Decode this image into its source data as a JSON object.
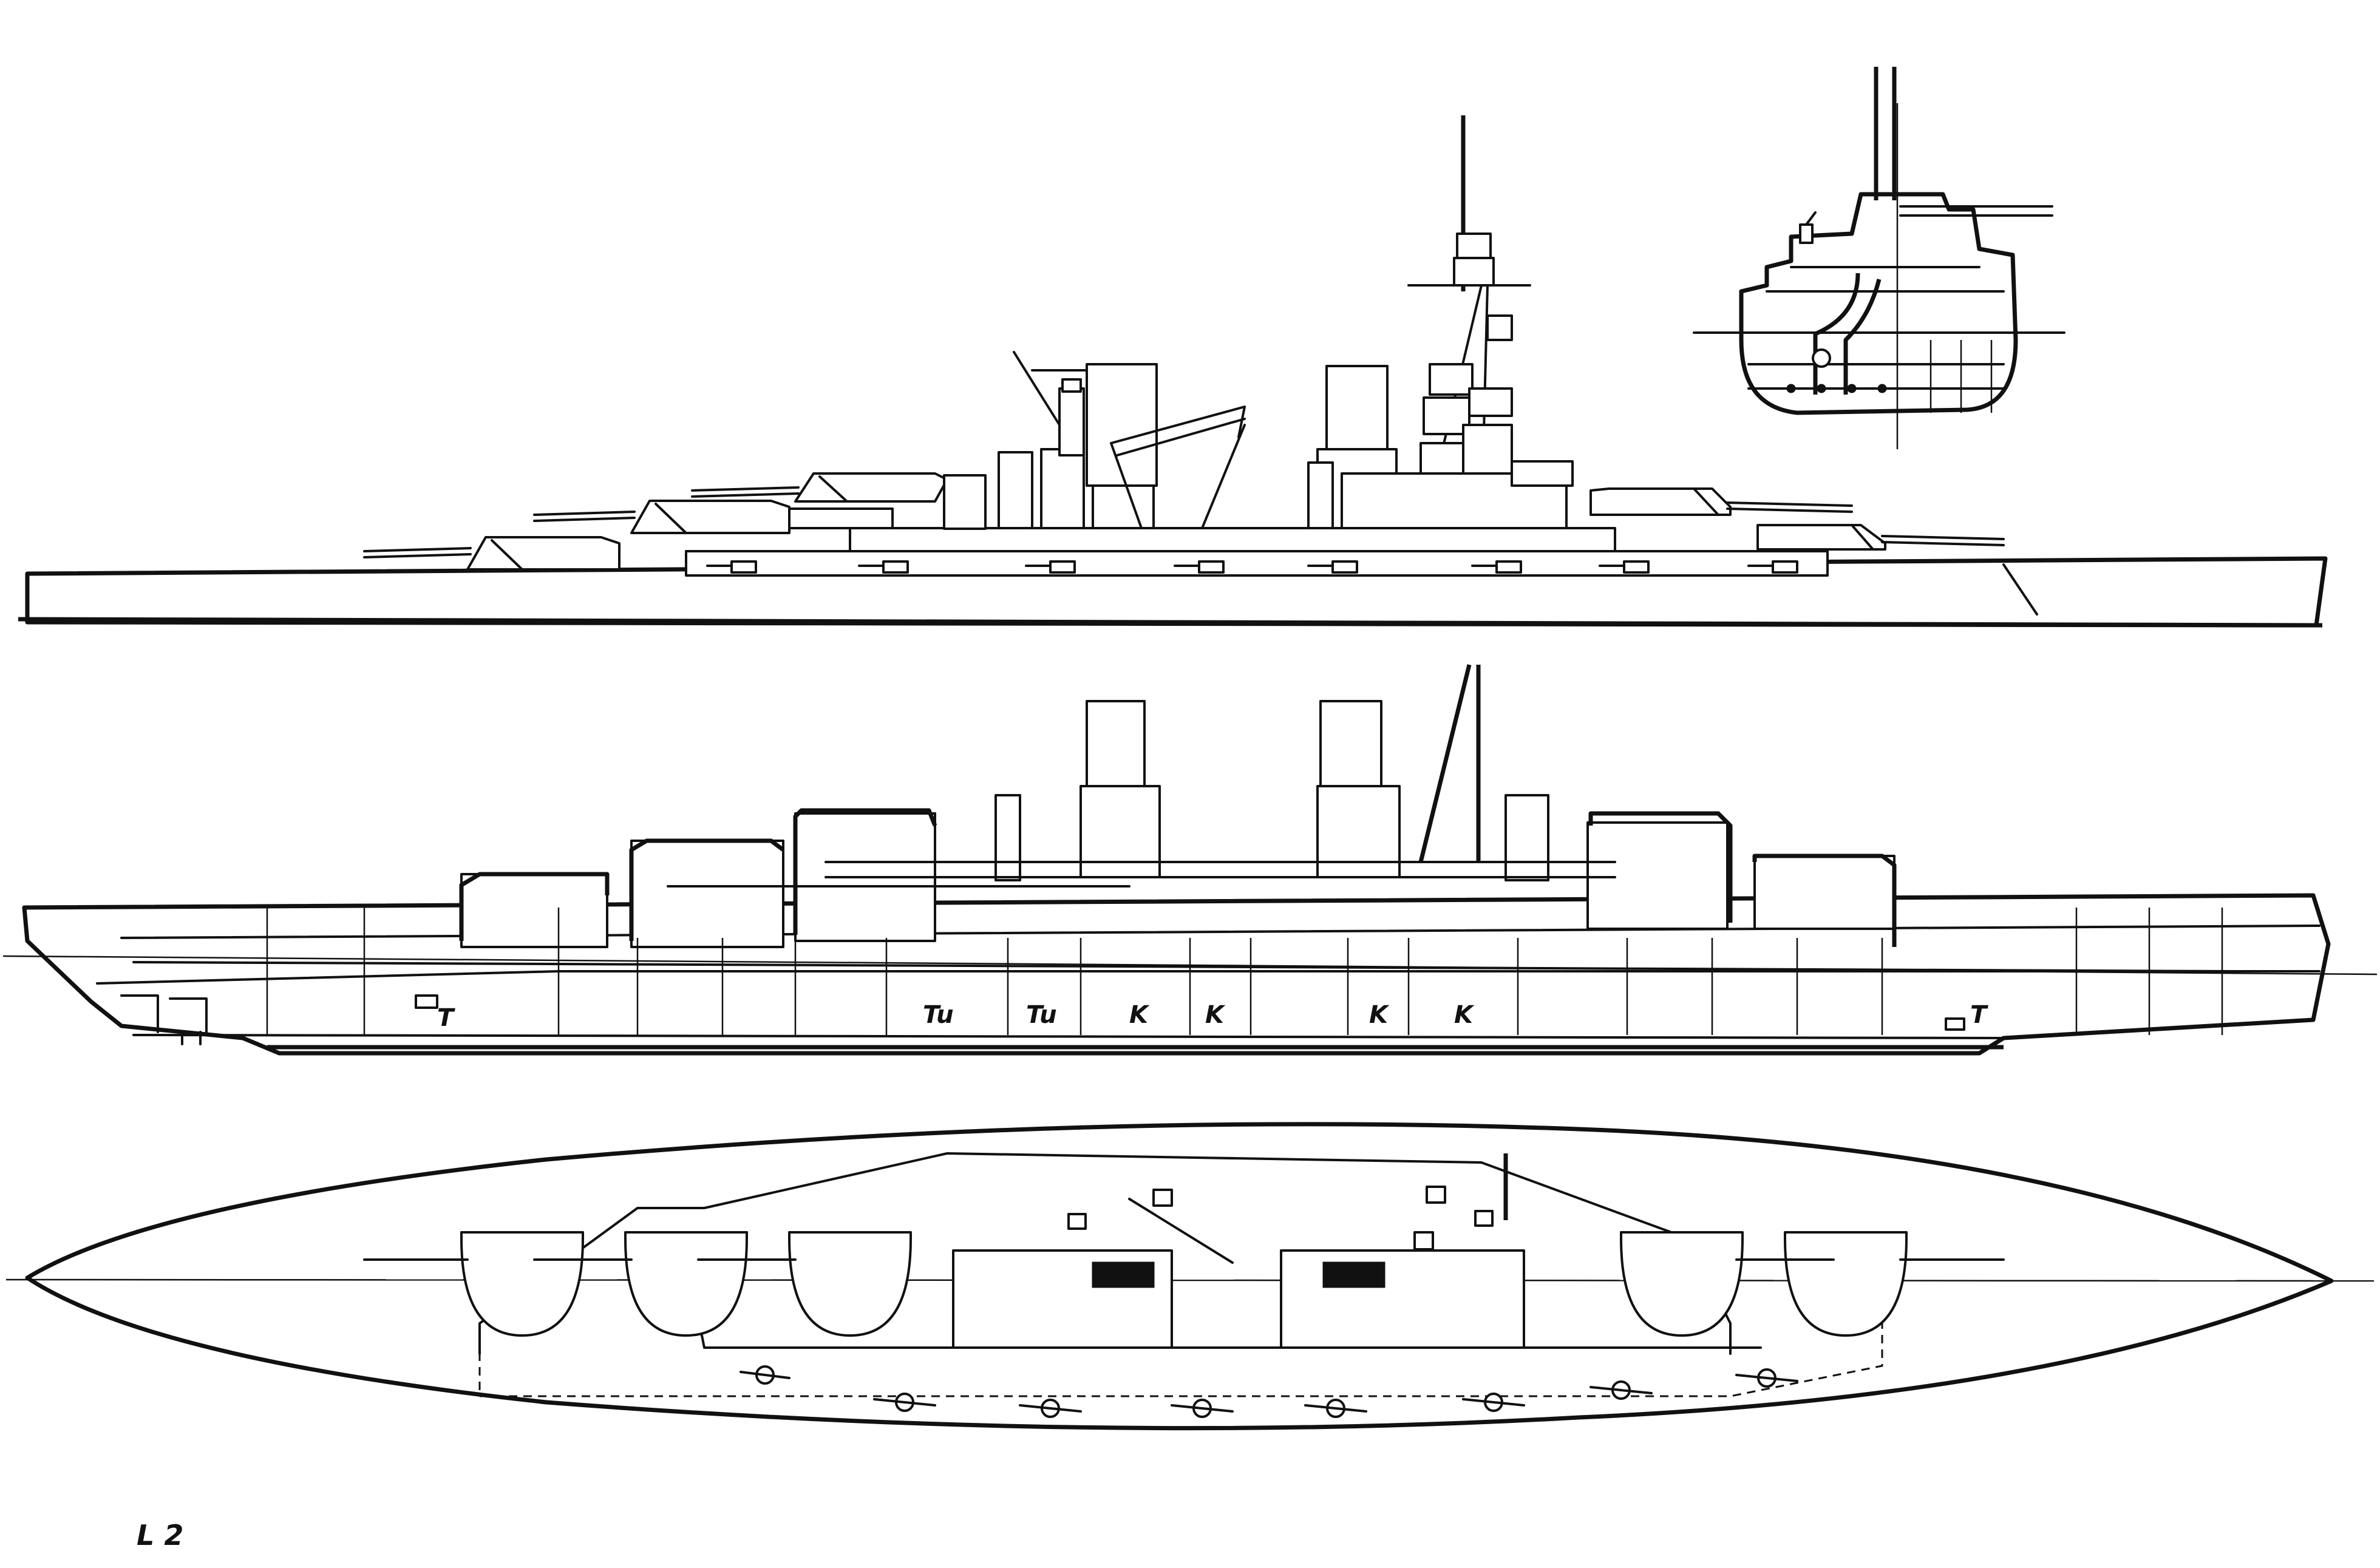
{
  "sheet_label": "L 2",
  "section_labels": {
    "t_fwd": "T",
    "tu_1": "Tu",
    "tu_2": "Tu",
    "k_1": "K",
    "k_2": "K",
    "k_3": "K",
    "k_4": "K",
    "t_aft": "T"
  }
}
